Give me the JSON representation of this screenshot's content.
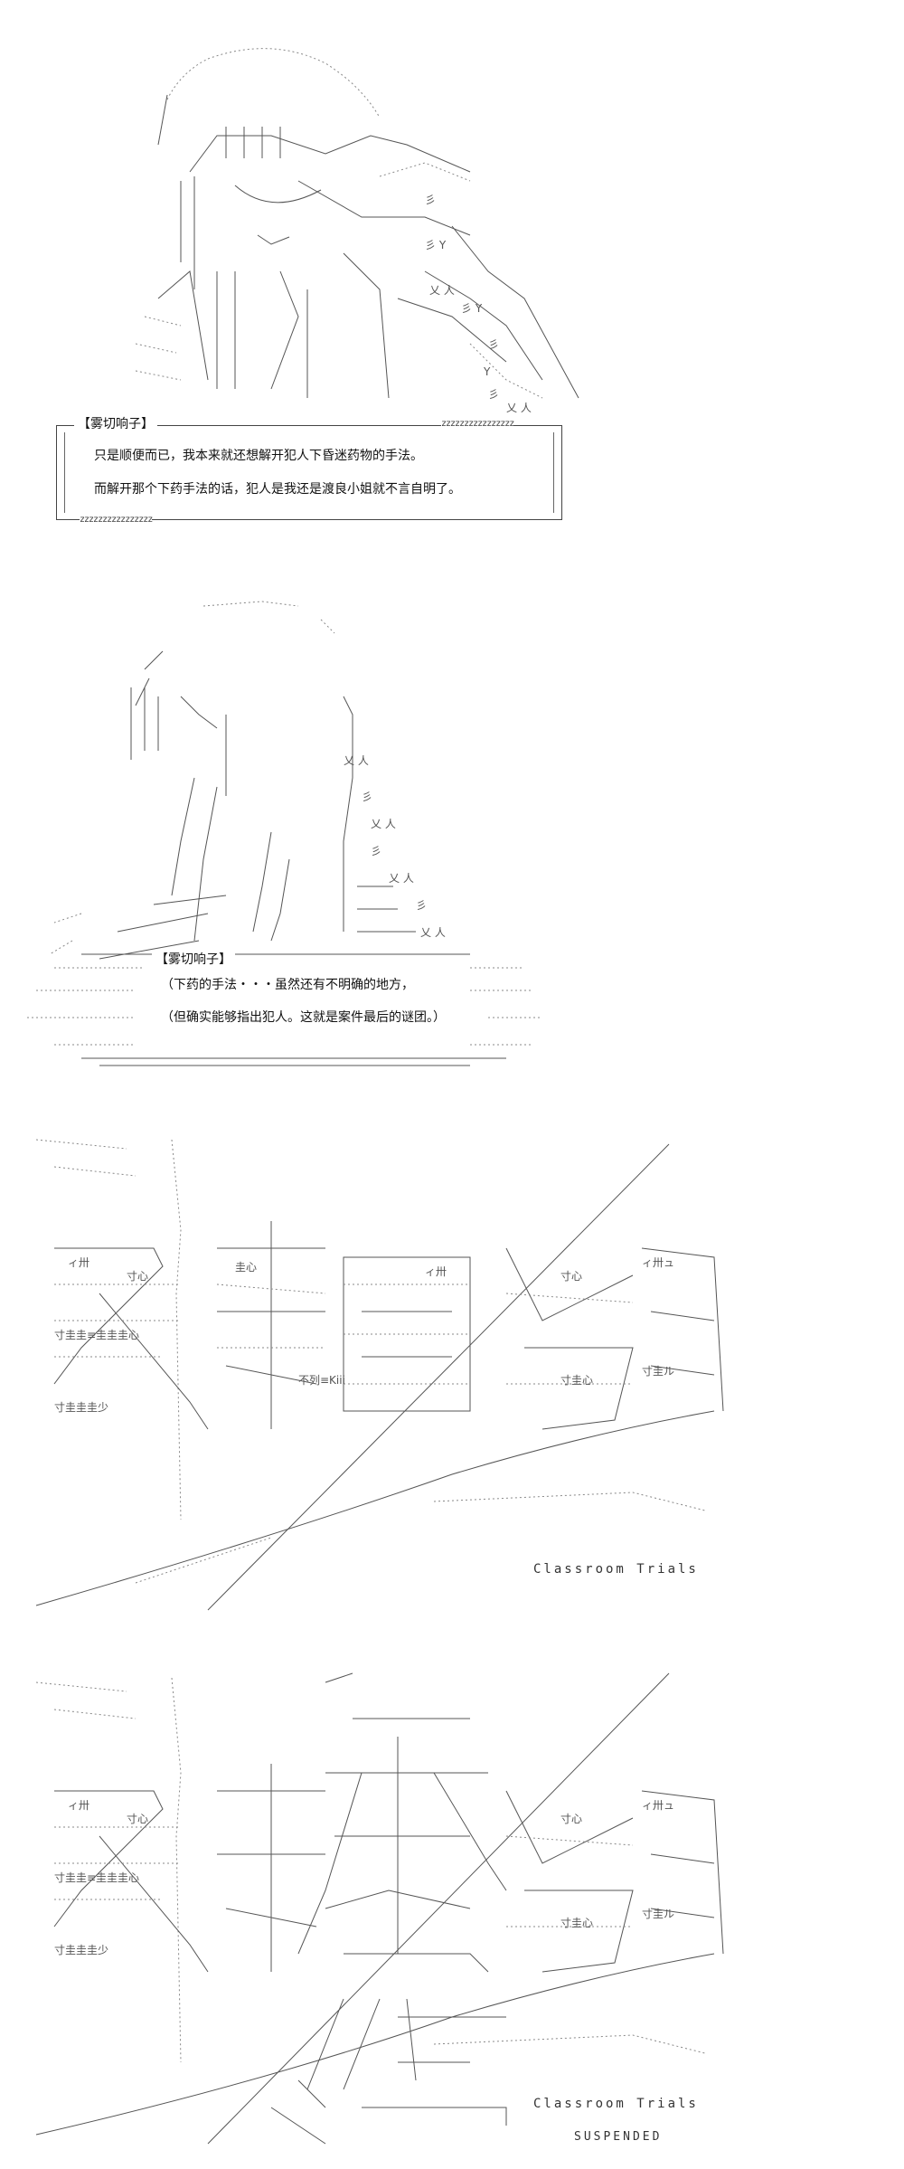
{
  "panel1": {
    "speaker": "【雾切响子】",
    "box_top_filler": "zzzzzzzzzzzzzzzz",
    "box_bottom_filler": "zzzzzzzzzzzzzzzz",
    "lines": [
      "只是顺便而已，我本来就还想解开犯人下昏迷药物的手法。",
      "而解开那个下药手法的话，犯人是我还是渡良小姐就不言自明了。"
    ]
  },
  "panel2": {
    "speaker": "【雾切响子】",
    "lines": [
      "（下药的手法・・・虽然还有不明确的地方，",
      "（但确实能够指出犯人。这就是案件最后的谜团。）"
    ]
  },
  "panel3": {
    "caption": "Classroom Trials"
  },
  "panel4": {
    "caption": "Classroom Trials",
    "status": "SUSPENDED"
  }
}
